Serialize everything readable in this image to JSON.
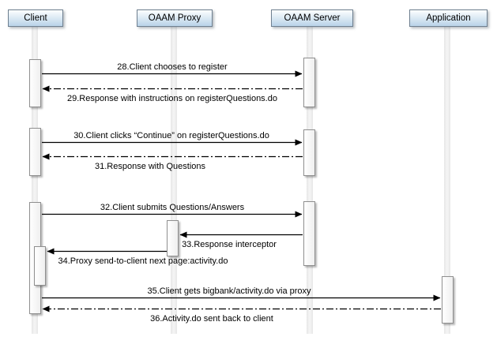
{
  "diagram": {
    "type": "sequence",
    "actors": [
      {
        "id": "client",
        "label": "Client"
      },
      {
        "id": "proxy",
        "label": "OAAM Proxy"
      },
      {
        "id": "server",
        "label": "OAAM Server"
      },
      {
        "id": "app",
        "label": "Application"
      }
    ],
    "messages": [
      {
        "num": "28",
        "label": "28.Client chooses to register",
        "from": "Client",
        "to": "OAAM Server",
        "line": "solid"
      },
      {
        "num": "29",
        "label": "29.Response with instructions on registerQuestions.do",
        "from": "OAAM Server",
        "to": "Client",
        "line": "dash-dot"
      },
      {
        "num": "30",
        "label": "30.Client clicks “Continue” on registerQuestions.do",
        "from": "Client",
        "to": "OAAM Server",
        "line": "solid"
      },
      {
        "num": "31",
        "label": "31.Response with Questions",
        "from": "OAAM Server",
        "to": "Client",
        "line": "dash-dot"
      },
      {
        "num": "32",
        "label": "32.Client submits Questions/Answers",
        "from": "Client",
        "to": "OAAM Server",
        "line": "solid"
      },
      {
        "num": "33",
        "label": "33.Response interceptor",
        "from": "OAAM Server",
        "to": "OAAM Proxy",
        "line": "solid"
      },
      {
        "num": "34",
        "label": "34.Proxy send-to-client next page:activity.do",
        "from": "OAAM Proxy",
        "to": "Client",
        "line": "solid"
      },
      {
        "num": "35",
        "label": "35.Client gets bigbank/activity.do via proxy",
        "from": "Client",
        "to": "Application",
        "line": "solid"
      },
      {
        "num": "36",
        "label": "36.Activity.do sent back to client",
        "from": "Application",
        "to": "Client",
        "line": "dash-dot"
      }
    ],
    "colors": {
      "background": "#ffffff",
      "actor_fill_top": "#fcfeff",
      "actor_fill_bottom": "#b9d3e8",
      "actor_border": "#6f8090",
      "lifeline": "#ececec",
      "activation_border": "#8f8f8f",
      "arrow": "#000000"
    }
  }
}
